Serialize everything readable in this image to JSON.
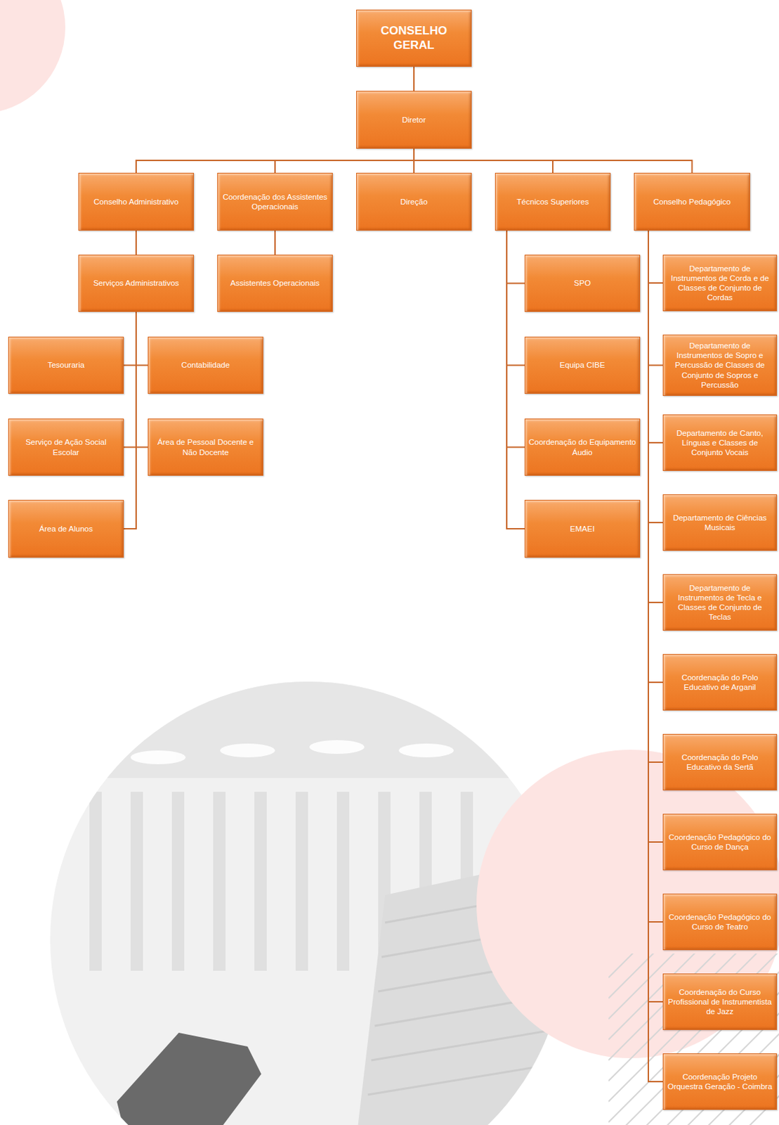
{
  "diagram": {
    "nodes": [
      {
        "text": [
          "CONSELHO GERAL"
        ]
      },
      {
        "text": [
          "Diretor"
        ]
      },
      {
        "text": [
          "Conselho Administrativo"
        ]
      },
      {
        "text": [
          "Coordenação dos Assistentes Operacionais"
        ]
      },
      {
        "text": [
          "Direção"
        ]
      },
      {
        "text": [
          "Técnicos Superiores"
        ]
      },
      {
        "text": [
          "Conselho Pedagógico"
        ]
      },
      {
        "text": [
          "Serviços Administrativos"
        ]
      },
      {
        "text": [
          "Assistentes Operacionais"
        ]
      },
      {
        "text": [
          "Tesouraria"
        ]
      },
      {
        "text": [
          "Contabilidade"
        ]
      },
      {
        "text": [
          "Serviço de Ação Social Escolar"
        ]
      },
      {
        "text": [
          "Área de Pessoal Docente e Não Docente"
        ]
      },
      {
        "text": [
          "Área de Alunos"
        ]
      },
      {
        "text": [
          "SPO"
        ]
      },
      {
        "text": [
          "Equipa CIBE"
        ]
      },
      {
        "text": [
          "Coordenação do Equipamento Áudio"
        ]
      },
      {
        "text": [
          "EMAEI"
        ]
      },
      {
        "text": [
          "Departamento de Instrumentos de Corda e de Classes de Conjunto de Cordas"
        ]
      },
      {
        "text": [
          "Departamento de Instrumentos de Sopro e Percussão de Classes de Conjunto de Sopros e Percussão"
        ]
      },
      {
        "text": [
          "Departamento de Canto, Línguas e Classes de Conjunto Vocais"
        ]
      },
      {
        "text": [
          "Departamento de Ciências Musicais"
        ]
      },
      {
        "text": [
          "Departamento de Instrumentos de Tecla e Classes de Conjunto de Teclas"
        ]
      },
      {
        "text": [
          "Coordenação do Polo Educativo de Arganil"
        ]
      },
      {
        "text": [
          "Coordenação do Polo Educativo da Sertã"
        ]
      },
      {
        "text": [
          "Coordenação Pedagógico do Curso de Dança"
        ]
      },
      {
        "text": [
          "Coordenação Pedagógico do Curso de Teatro"
        ]
      },
      {
        "text": [
          "Coordenação do Curso Profissional de Instrumentista de Jazz"
        ]
      },
      {
        "text": [
          "Coordenação Projeto Orquestra Geração - Coimbra"
        ]
      }
    ],
    "edges": [
      {
        "from": 0,
        "to": 1,
        "arrow": "none"
      },
      {
        "from": 1,
        "to": 2,
        "arrow": "none"
      },
      {
        "from": 1,
        "to": 3,
        "arrow": "none"
      },
      {
        "from": 1,
        "to": 4,
        "arrow": "none"
      },
      {
        "from": 1,
        "to": 5,
        "arrow": "none"
      },
      {
        "from": 1,
        "to": 6,
        "arrow": "none"
      },
      {
        "from": 2,
        "to": 7,
        "arrow": "none"
      },
      {
        "from": 3,
        "to": 8,
        "arrow": "none"
      },
      {
        "from": 7,
        "to": 9,
        "arrow": "none"
      },
      {
        "from": 7,
        "to": 10,
        "arrow": "none"
      },
      {
        "from": 7,
        "to": 11,
        "arrow": "none"
      },
      {
        "from": 7,
        "to": 12,
        "arrow": "none"
      },
      {
        "from": 7,
        "to": 13,
        "arrow": "none"
      },
      {
        "from": 5,
        "to": 14,
        "arrow": "none"
      },
      {
        "from": 5,
        "to": 15,
        "arrow": "none"
      },
      {
        "from": 5,
        "to": 16,
        "arrow": "none"
      },
      {
        "from": 5,
        "to": 17,
        "arrow": "none"
      },
      {
        "from": 6,
        "to": 18,
        "arrow": "none"
      },
      {
        "from": 6,
        "to": 19,
        "arrow": "none"
      },
      {
        "from": 6,
        "to": 20,
        "arrow": "none"
      },
      {
        "from": 6,
        "to": 21,
        "arrow": "none"
      },
      {
        "from": 6,
        "to": 22,
        "arrow": "none"
      },
      {
        "from": 6,
        "to": 23,
        "arrow": "none"
      },
      {
        "from": 6,
        "to": 24,
        "arrow": "none"
      },
      {
        "from": 6,
        "to": 25,
        "arrow": "none"
      },
      {
        "from": 6,
        "to": 26,
        "arrow": "none"
      },
      {
        "from": 6,
        "to": 27,
        "arrow": "none"
      },
      {
        "from": 6,
        "to": 28,
        "arrow": "none"
      }
    ]
  }
}
